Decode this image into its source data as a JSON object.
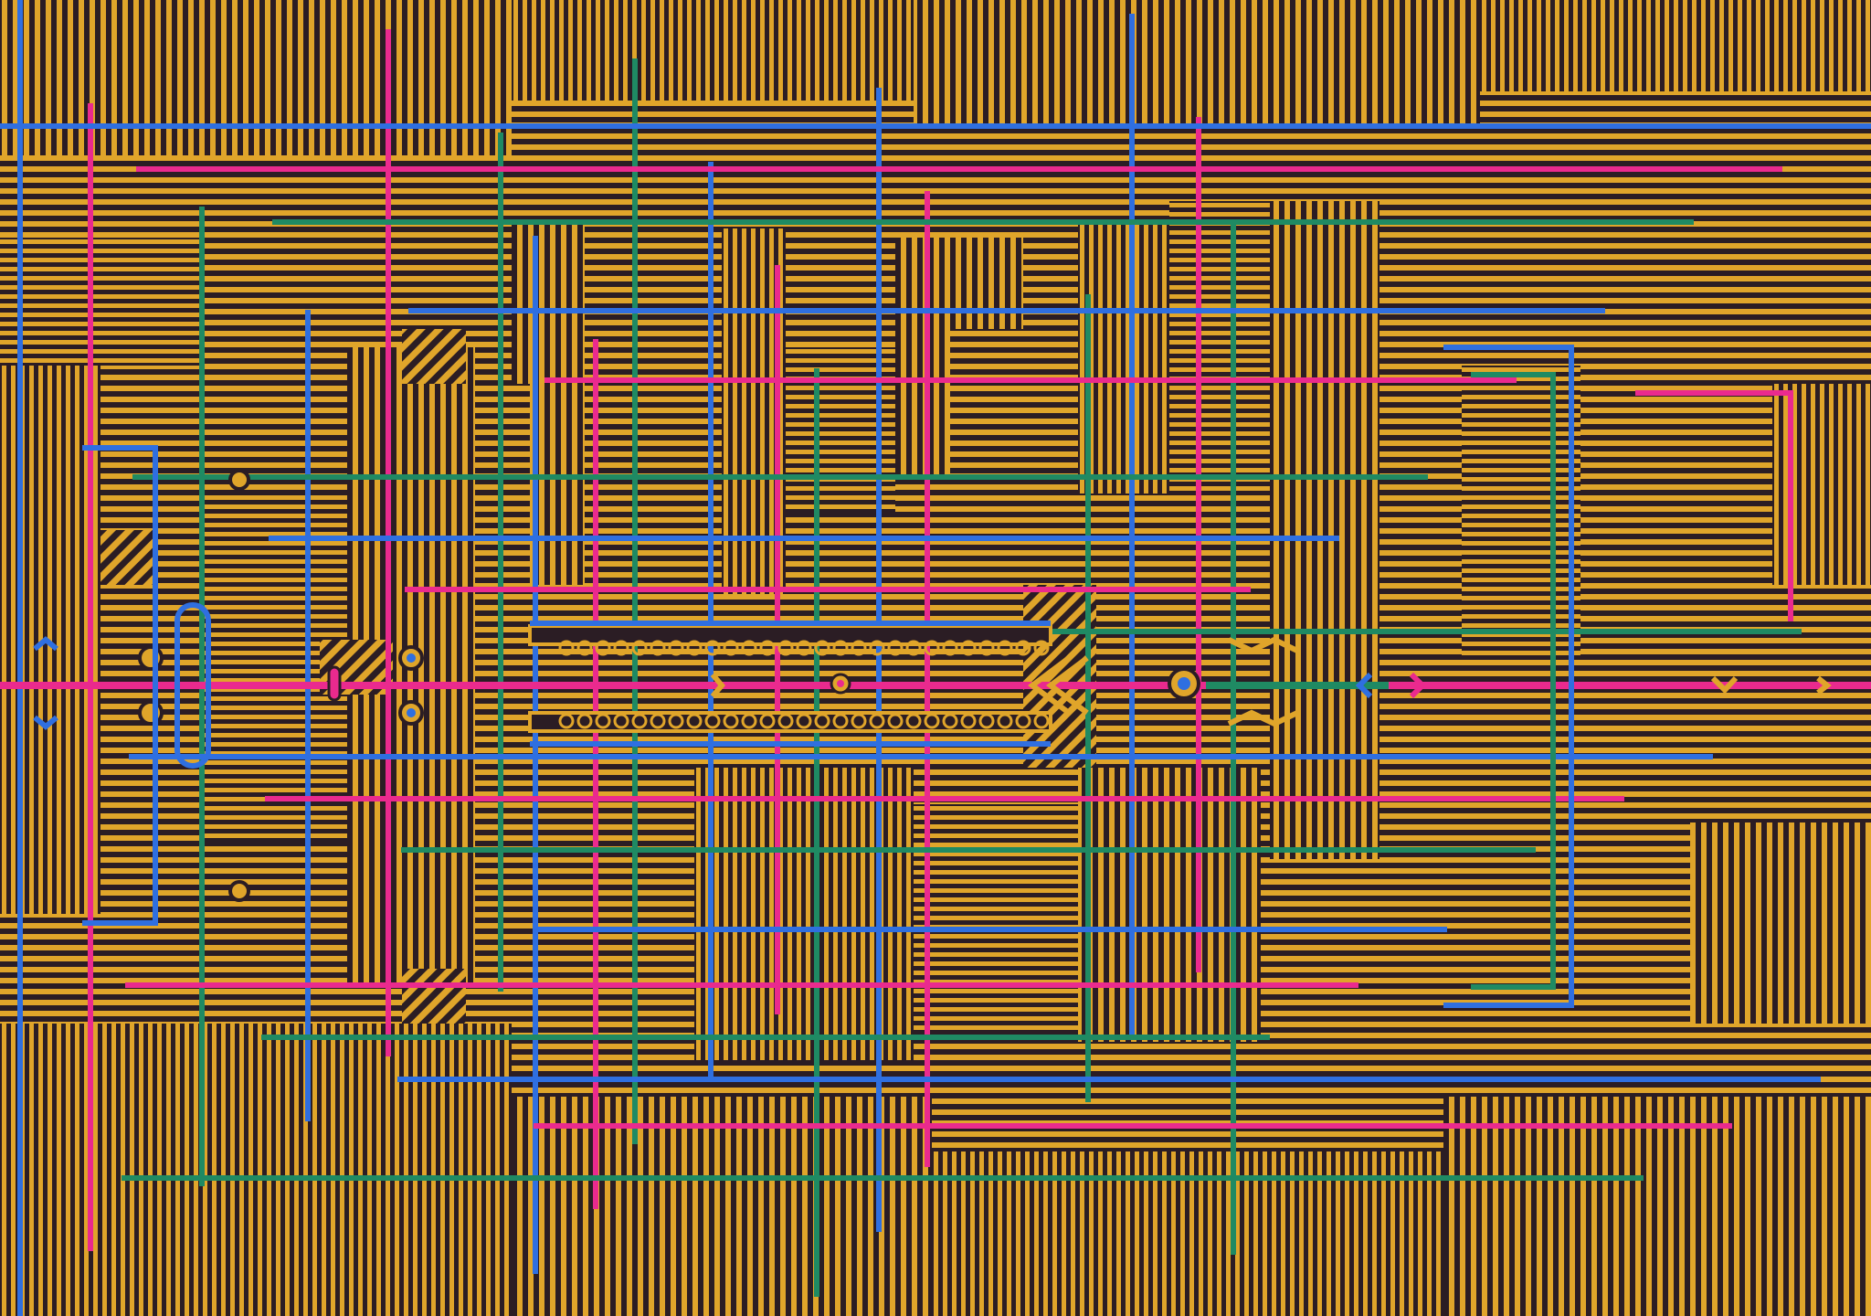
{
  "artwork": {
    "colors": {
      "background": "#2b1d24",
      "stripe": "#e0a52a",
      "blue": "#2f6fe0",
      "pink": "#ea2a8e",
      "green": "#1f8a63"
    },
    "vertical_lines": [
      {
        "color": "blue"
      },
      {
        "color": "pink"
      },
      {
        "color": "green"
      },
      {
        "color": "blue"
      },
      {
        "color": "pink"
      },
      {
        "color": "green"
      },
      {
        "color": "blue"
      },
      {
        "color": "pink"
      },
      {
        "color": "green"
      },
      {
        "color": "blue"
      },
      {
        "color": "pink"
      },
      {
        "color": "green"
      },
      {
        "color": "blue"
      },
      {
        "color": "pink"
      },
      {
        "color": "green"
      },
      {
        "color": "blue"
      },
      {
        "color": "pink"
      },
      {
        "color": "green"
      }
    ],
    "horizontal_lines": [
      {
        "color": "blue"
      },
      {
        "color": "pink"
      },
      {
        "color": "green"
      },
      {
        "color": "blue"
      },
      {
        "color": "pink"
      },
      {
        "color": "green"
      },
      {
        "color": "blue"
      },
      {
        "color": "pink"
      },
      {
        "color": "green"
      },
      {
        "color": "blue"
      },
      {
        "color": "pink"
      },
      {
        "color": "green"
      },
      {
        "color": "blue"
      },
      {
        "color": "pink"
      },
      {
        "color": "green"
      },
      {
        "color": "blue"
      },
      {
        "color": "pink"
      },
      {
        "color": "green"
      }
    ]
  }
}
